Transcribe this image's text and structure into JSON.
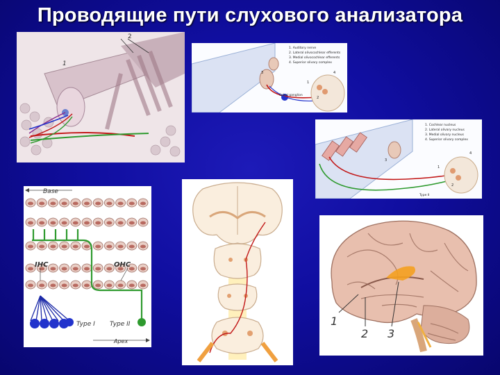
{
  "slide": {
    "title": "Проводящие пути слухового анализатора",
    "background_color": "#100ea0",
    "title_color": "#ffffff"
  },
  "organ_of_corti": {
    "labels": {
      "top": "2",
      "left": "1"
    }
  },
  "diagram_type1": {
    "legend": [
      "1. Auditory nerve",
      "2. Lateral olivocochlear efferents",
      "3. Medial olivocochlear efferents",
      "4. Superior olivary complex"
    ],
    "labels": [
      "Spiral ganglion",
      "3",
      "1",
      "2",
      "4"
    ]
  },
  "diagram_type2": {
    "legend": [
      "1. Cochlear nucleus",
      "2. Lateral olivary nucleus",
      "3. Medial olivary nucleus",
      "4. Superior olivary complex"
    ],
    "labels": [
      "Type II",
      "3",
      "1",
      "2",
      "4"
    ]
  },
  "innervation": {
    "base": "Base",
    "ihc": "IHC",
    "ohc": "OHC",
    "type1": "Type I",
    "type2": "Type II",
    "apex": "Apex"
  },
  "brain": {
    "labels": [
      "1",
      "2",
      "3"
    ]
  },
  "colors": {
    "nerve_red": "#c21818",
    "nerve_green": "#2e9a2e",
    "neuron_blue": "#2233cc",
    "auditory_cortex": "#f4a020"
  }
}
